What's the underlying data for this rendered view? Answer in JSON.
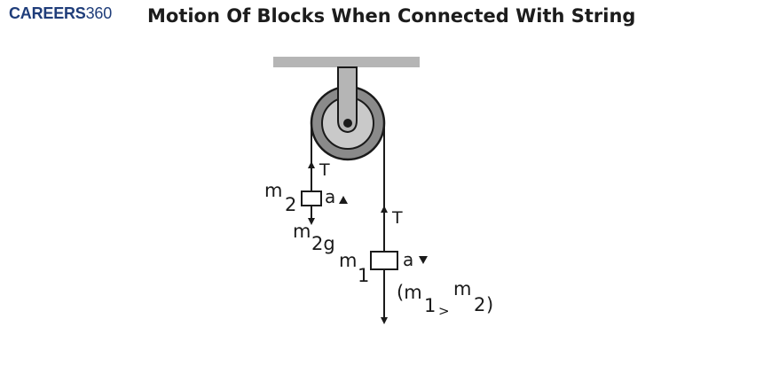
{
  "header": {
    "brand_word": "CAREERS",
    "brand_number": "360",
    "title": "Motion Of Blocks When Connected With String"
  },
  "diagram": {
    "tension_label": "T",
    "acceleration_label": "a",
    "mass2": {
      "base": "m",
      "sub": "2"
    },
    "mass2_weight": {
      "base": "m",
      "sub": "2g"
    },
    "mass1": {
      "base": "m",
      "sub": "1"
    },
    "condition": {
      "open": "(m",
      "sub1": "1",
      "gt": ">",
      "m": "m",
      "sub2": "2",
      "close": ")"
    }
  },
  "colors": {
    "brand": "#1f3d7a",
    "ceiling": "#b5b5b5",
    "pulley_outer": "#8a8a8a",
    "pulley_inner": "#c9c9c9",
    "ink": "#1a1a1a"
  }
}
